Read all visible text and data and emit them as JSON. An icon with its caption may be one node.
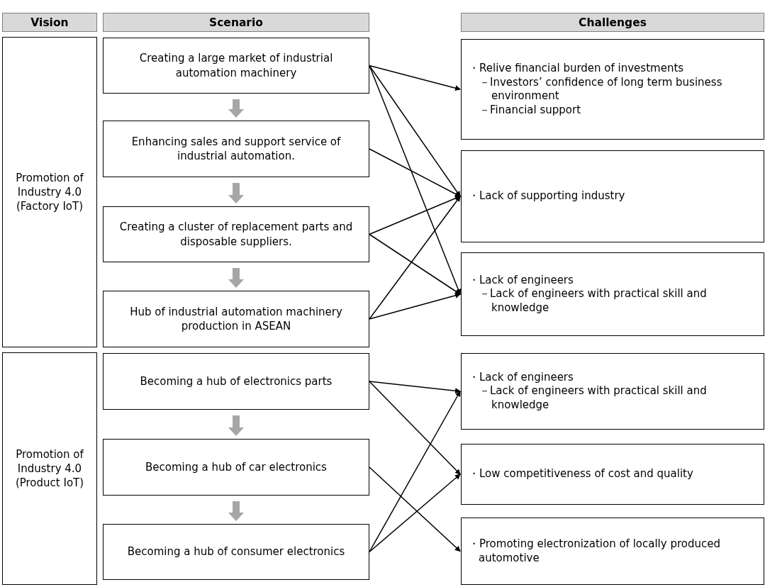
{
  "diagram": {
    "nodes": [
      {
        "text": [
          "Vision"
        ]
      },
      {
        "text": [
          "Scenario"
        ]
      },
      {
        "text": [
          "Challenges"
        ]
      },
      {
        "text": [
          "Promotion of Industry 4.0 (Factory IoT)"
        ]
      },
      {
        "text": [
          "Creating a large market of industrial automation machinery"
        ]
      },
      {
        "text": [
          "Enhancing sales and support service of industrial automation."
        ]
      },
      {
        "text": [
          "Creating a cluster of replacement parts and disposable suppliers."
        ]
      },
      {
        "text": [
          "Hub of industrial automation machinery production in ASEAN"
        ]
      },
      {
        "text": [
          "・Relive financial burden of investments",
          "－Investors’ confidence of long term business environment",
          "－Financial support"
        ]
      },
      {
        "text": [
          "・Lack of supporting industry"
        ]
      },
      {
        "text": [
          "・Lack of engineers",
          "－Lack of engineers with practical skill and knowledge"
        ]
      },
      {
        "text": [
          "Promotion of Industry 4.0 (Product IoT)"
        ]
      },
      {
        "text": [
          "Becoming a hub of electronics parts"
        ]
      },
      {
        "text": [
          "Becoming a hub of car electronics"
        ]
      },
      {
        "text": [
          "Becoming a hub of consumer electronics"
        ]
      },
      {
        "text": [
          "・Lack of engineers",
          "－Lack of engineers with practical skill and knowledge"
        ]
      },
      {
        "text": [
          "・Low competitiveness of cost and quality"
        ]
      },
      {
        "text": [
          "・Promoting electronization of locally produced automotive"
        ]
      }
    ],
    "edges": [
      {
        "from": 4,
        "to": 5,
        "arrow": "to",
        "style": "thick",
        "color": "#a6a6a6"
      },
      {
        "from": 5,
        "to": 6,
        "arrow": "to",
        "style": "thick",
        "color": "#a6a6a6"
      },
      {
        "from": 6,
        "to": 7,
        "arrow": "to",
        "style": "thick",
        "color": "#a6a6a6"
      },
      {
        "from": 12,
        "to": 13,
        "arrow": "to",
        "style": "thick",
        "color": "#a6a6a6"
      },
      {
        "from": 13,
        "to": 14,
        "arrow": "to",
        "style": "thick",
        "color": "#a6a6a6"
      },
      {
        "from": 4,
        "to": 8,
        "arrow": "to"
      },
      {
        "from": 4,
        "to": 9,
        "arrow": "to"
      },
      {
        "from": 4,
        "to": 10,
        "arrow": "to"
      },
      {
        "from": 5,
        "to": 9,
        "arrow": "to"
      },
      {
        "from": 6,
        "to": 9,
        "arrow": "to"
      },
      {
        "from": 6,
        "to": 10,
        "arrow": "to"
      },
      {
        "from": 7,
        "to": 9,
        "arrow": "to"
      },
      {
        "from": 7,
        "to": 10,
        "arrow": "to"
      },
      {
        "from": 12,
        "to": 15,
        "arrow": "to"
      },
      {
        "from": 12,
        "to": 16,
        "arrow": "to"
      },
      {
        "from": 13,
        "to": 17,
        "arrow": "to"
      },
      {
        "from": 14,
        "to": 15,
        "arrow": "to"
      },
      {
        "from": 14,
        "to": 16,
        "arrow": "to"
      }
    ]
  }
}
